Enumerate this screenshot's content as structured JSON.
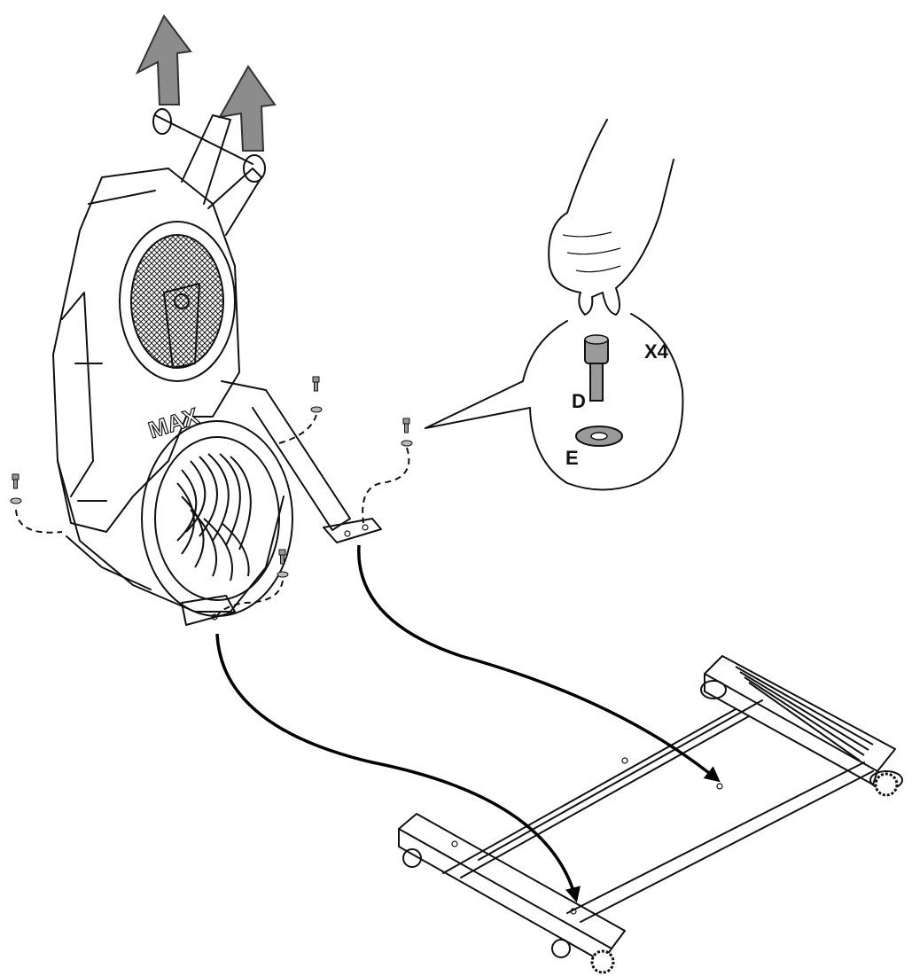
{
  "labels": {
    "quantity": "X4",
    "bolt": "D",
    "washer": "E"
  },
  "colors": {
    "line": "#111111",
    "arrow_fill": "#8c8c8c",
    "part_fill": "#9a9a9a",
    "background": "#ffffff"
  }
}
